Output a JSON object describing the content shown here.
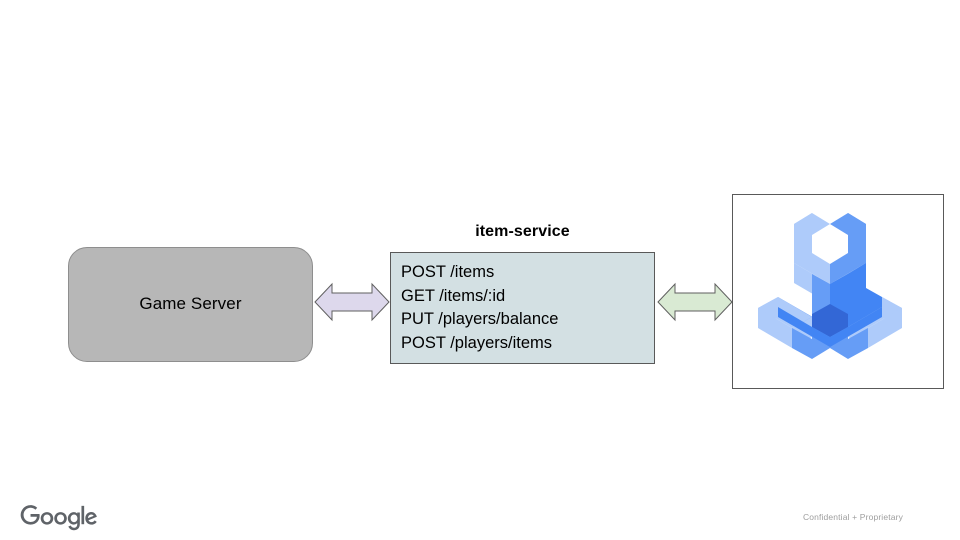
{
  "slide": {
    "background_color": "#ffffff"
  },
  "nodes": {
    "client": {
      "label": "Game Server",
      "fill_color": "#b7b7b7",
      "border_color": "#8e8e8e"
    },
    "service": {
      "title": "item-service",
      "fill_color": "#d3e0e3",
      "border_color": "#595959",
      "endpoints": [
        "POST /items",
        "GET /items/:id",
        "PUT /players/balance",
        "POST /players/items"
      ]
    },
    "datastore_image": {
      "icon_name": "isometric-tri-prong-logo",
      "frame_border_color": "#595959",
      "colors": {
        "light": "#aecbfa",
        "medium": "#669df6",
        "dark": "#4285f4",
        "deep": "#3367d6"
      }
    }
  },
  "connectors": {
    "left_arrow": {
      "icon_name": "double-headed-arrow",
      "fill_color": "#ddd8ec",
      "border_color": "#5f5f5f"
    },
    "right_arrow": {
      "icon_name": "double-headed-arrow",
      "fill_color": "#d9ead3",
      "border_color": "#5f5f5f"
    }
  },
  "footer": {
    "brand": "Google",
    "brand_color": "#5f6368",
    "confidential_text": "Confidential + Proprietary",
    "confidential_color": "#9e9e9e"
  }
}
